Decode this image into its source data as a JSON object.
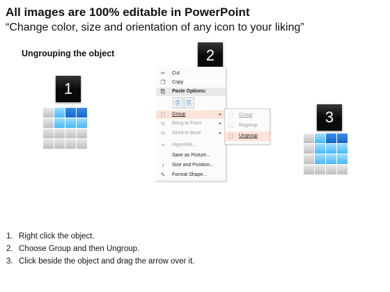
{
  "header": {
    "title": "All images are 100% editable in PowerPoint",
    "subtitle": "“Change color, size and orientation of any icon to your liking”"
  },
  "section_title": "Ungrouping the object",
  "steps": {
    "badge1": "1",
    "badge2": "2",
    "badge3": "3"
  },
  "context_menu": {
    "items": [
      {
        "label": "Cut",
        "icon": "scissors-icon",
        "glyph": "✂",
        "disabled": false
      },
      {
        "label": "Copy",
        "icon": "copy-icon",
        "glyph": "❐",
        "disabled": false
      },
      {
        "label": "Paste Options:",
        "icon": "paste-icon",
        "glyph": "⎘",
        "disabled": false
      },
      {
        "label": "Group",
        "icon": "group-icon",
        "glyph": "⬚",
        "disabled": false
      },
      {
        "label": "Bring to Front",
        "icon": "bring-front-icon",
        "glyph": "⧉",
        "disabled": true
      },
      {
        "label": "Send to Back",
        "icon": "send-back-icon",
        "glyph": "⧉",
        "disabled": true
      },
      {
        "label": "Hyperlink...",
        "icon": "hyperlink-icon",
        "glyph": "⚭",
        "disabled": true
      },
      {
        "label": "Save as Picture...",
        "icon": "",
        "glyph": "",
        "disabled": false
      },
      {
        "label": "Size and Position...",
        "icon": "size-position-icon",
        "glyph": "↕",
        "disabled": false
      },
      {
        "label": "Format Shape...",
        "icon": "format-shape-icon",
        "glyph": "✎",
        "disabled": false
      }
    ],
    "paste_glyphs": [
      "⎘",
      "⎘"
    ]
  },
  "submenu": {
    "items": [
      {
        "label": "Group",
        "icon": "group-icon",
        "glyph": "⬚",
        "disabled": true
      },
      {
        "label": "Regroup",
        "icon": "regroup-icon",
        "glyph": "⬚",
        "disabled": true
      },
      {
        "label": "Ungroup",
        "icon": "ungroup-icon",
        "glyph": "⬚",
        "disabled": false
      }
    ]
  },
  "instructions": [
    {
      "num": "1.",
      "text": "Right click the object."
    },
    {
      "num": "2.",
      "text": "Choose Group and then Ungroup."
    },
    {
      "num": "3.",
      "text": "Click beside the object and drag the arrow over it."
    }
  ],
  "colors": {
    "grid_gray": "#d0d0d0",
    "grid_light_blue": "#6fcaf9",
    "grid_dark_blue": "#1e6fd6",
    "menu_highlight": "#fde3d8",
    "badge": "#0a0a0a"
  }
}
